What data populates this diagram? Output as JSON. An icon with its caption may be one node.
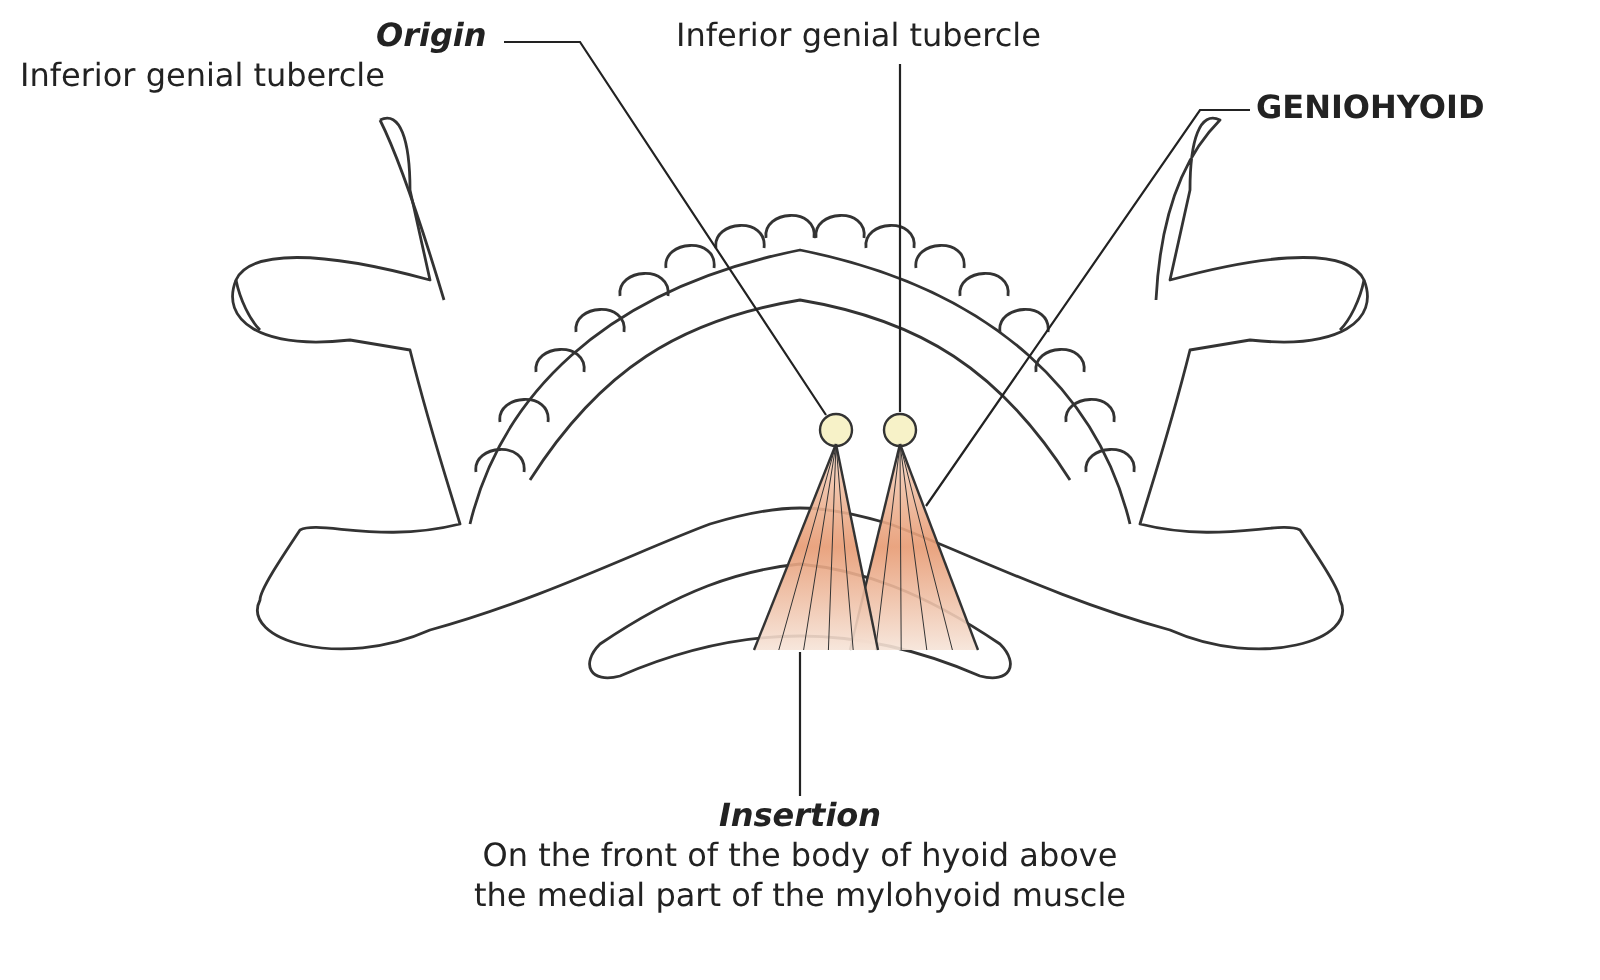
{
  "diagram": {
    "nodes": [
      {
        "text": [
          "Origin",
          "Inferior genial tubercle"
        ]
      },
      {
        "text": [],
        "shape": "circle"
      },
      {
        "text": [
          "Inferior genial tubercle"
        ]
      },
      {
        "text": [],
        "shape": "circle"
      },
      {
        "text": [
          "GENIOHYOID"
        ]
      },
      {
        "text": [],
        "shape": "picture"
      },
      {
        "text": [
          "Insertion",
          "On the front of the body of hyoid above the medial part of the mylohyoid muscle"
        ]
      },
      {
        "text": [],
        "shape": "picture"
      }
    ],
    "edges": [
      {
        "from": 0,
        "to": 1,
        "arrow": "none"
      },
      {
        "from": 2,
        "to": 3,
        "arrow": "none"
      },
      {
        "from": 4,
        "to": 5,
        "arrow": "none"
      },
      {
        "from": 6,
        "to": 7,
        "arrow": "none"
      }
    ]
  }
}
